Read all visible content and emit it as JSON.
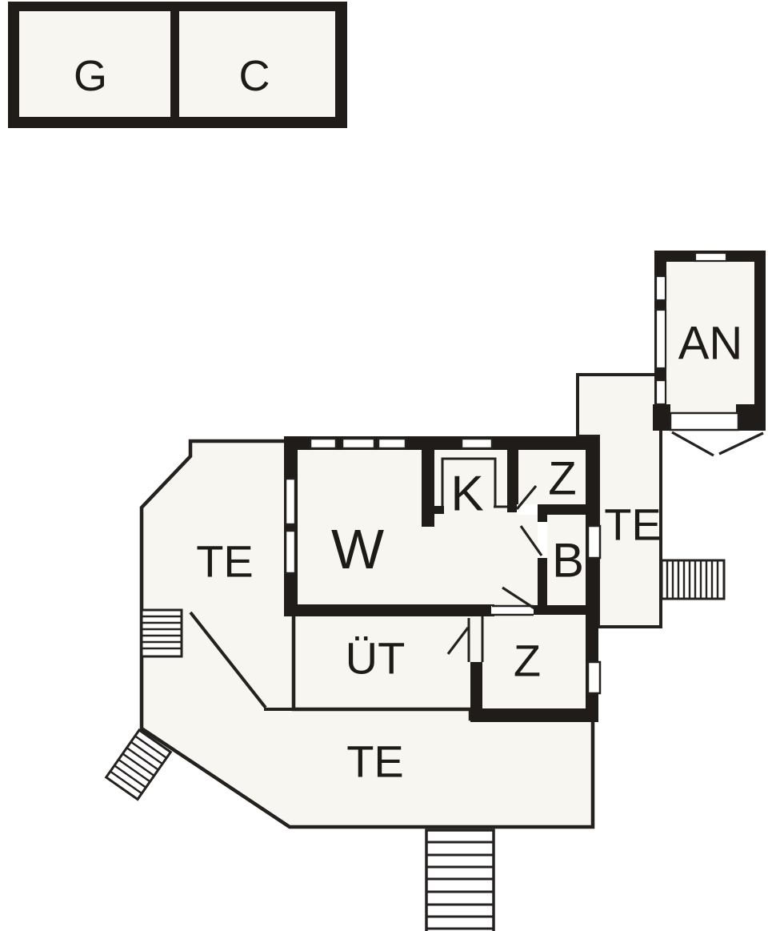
{
  "document": {
    "type": "architectural-floor-plan"
  },
  "colors": {
    "background": "#ffffff",
    "walls": "#1f1c1a",
    "interior_fill": "#f8f6f0",
    "lines": "#24211f",
    "text": "#1d1a18"
  },
  "outbuilding": {
    "left_room_label": "G",
    "right_room_label": "C"
  },
  "annex": {
    "label": "AN"
  },
  "house": {
    "living_label": "W",
    "kitchen_label": "K",
    "upper_room_label": "Z",
    "bath_label": "B",
    "hall_label": "ÜT",
    "lower_room_label": "Z"
  },
  "terraces": {
    "left_label": "TE",
    "right_label": "TE",
    "bottom_label": "TE"
  }
}
